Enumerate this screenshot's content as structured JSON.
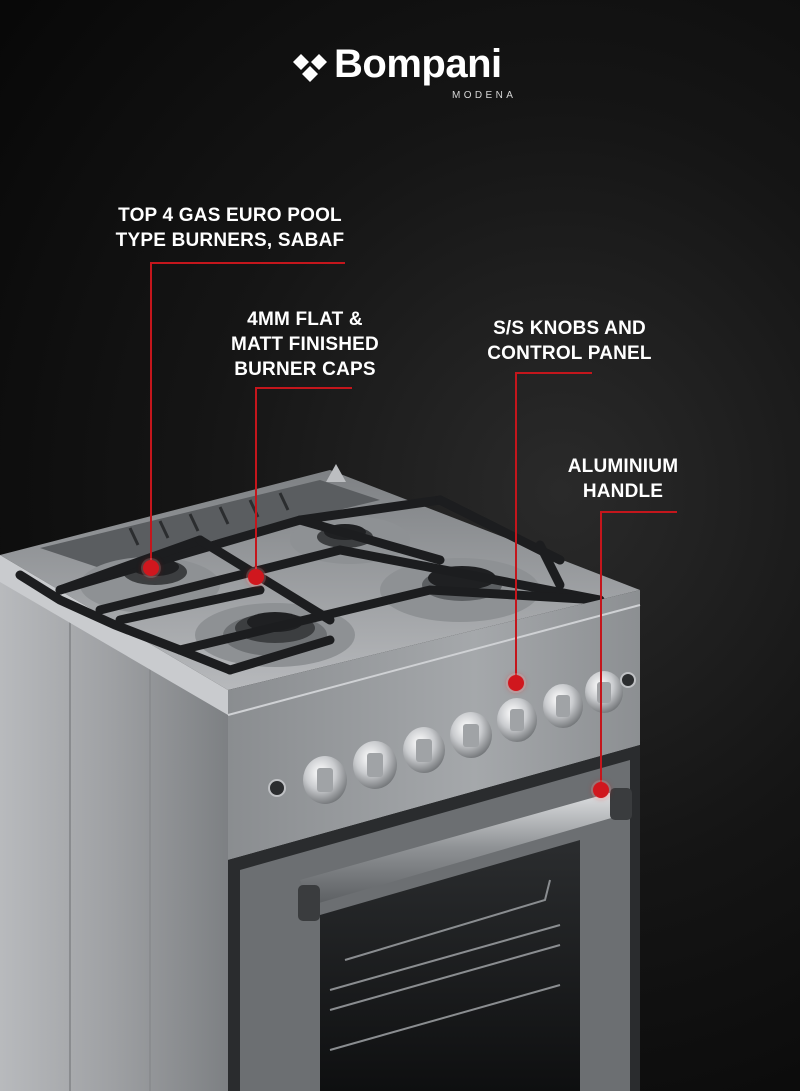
{
  "brand": {
    "name": "Bompani",
    "sub": "MODENA",
    "logo_icon": "diamond-cluster-icon"
  },
  "callouts": {
    "burners": "TOP 4 GAS EURO POOL\nTYPE BURNERS, SABAF",
    "caps": "4MM FLAT &\nMATT FINISHED\nBURNER CAPS",
    "knobs": "S/S KNOBS AND\nCONTROL PANEL",
    "handle": "ALUMINIUM\nHANDLE"
  },
  "colors": {
    "accent_red": "#c4161c",
    "text": "#ffffff",
    "steel": "#a9abae"
  }
}
